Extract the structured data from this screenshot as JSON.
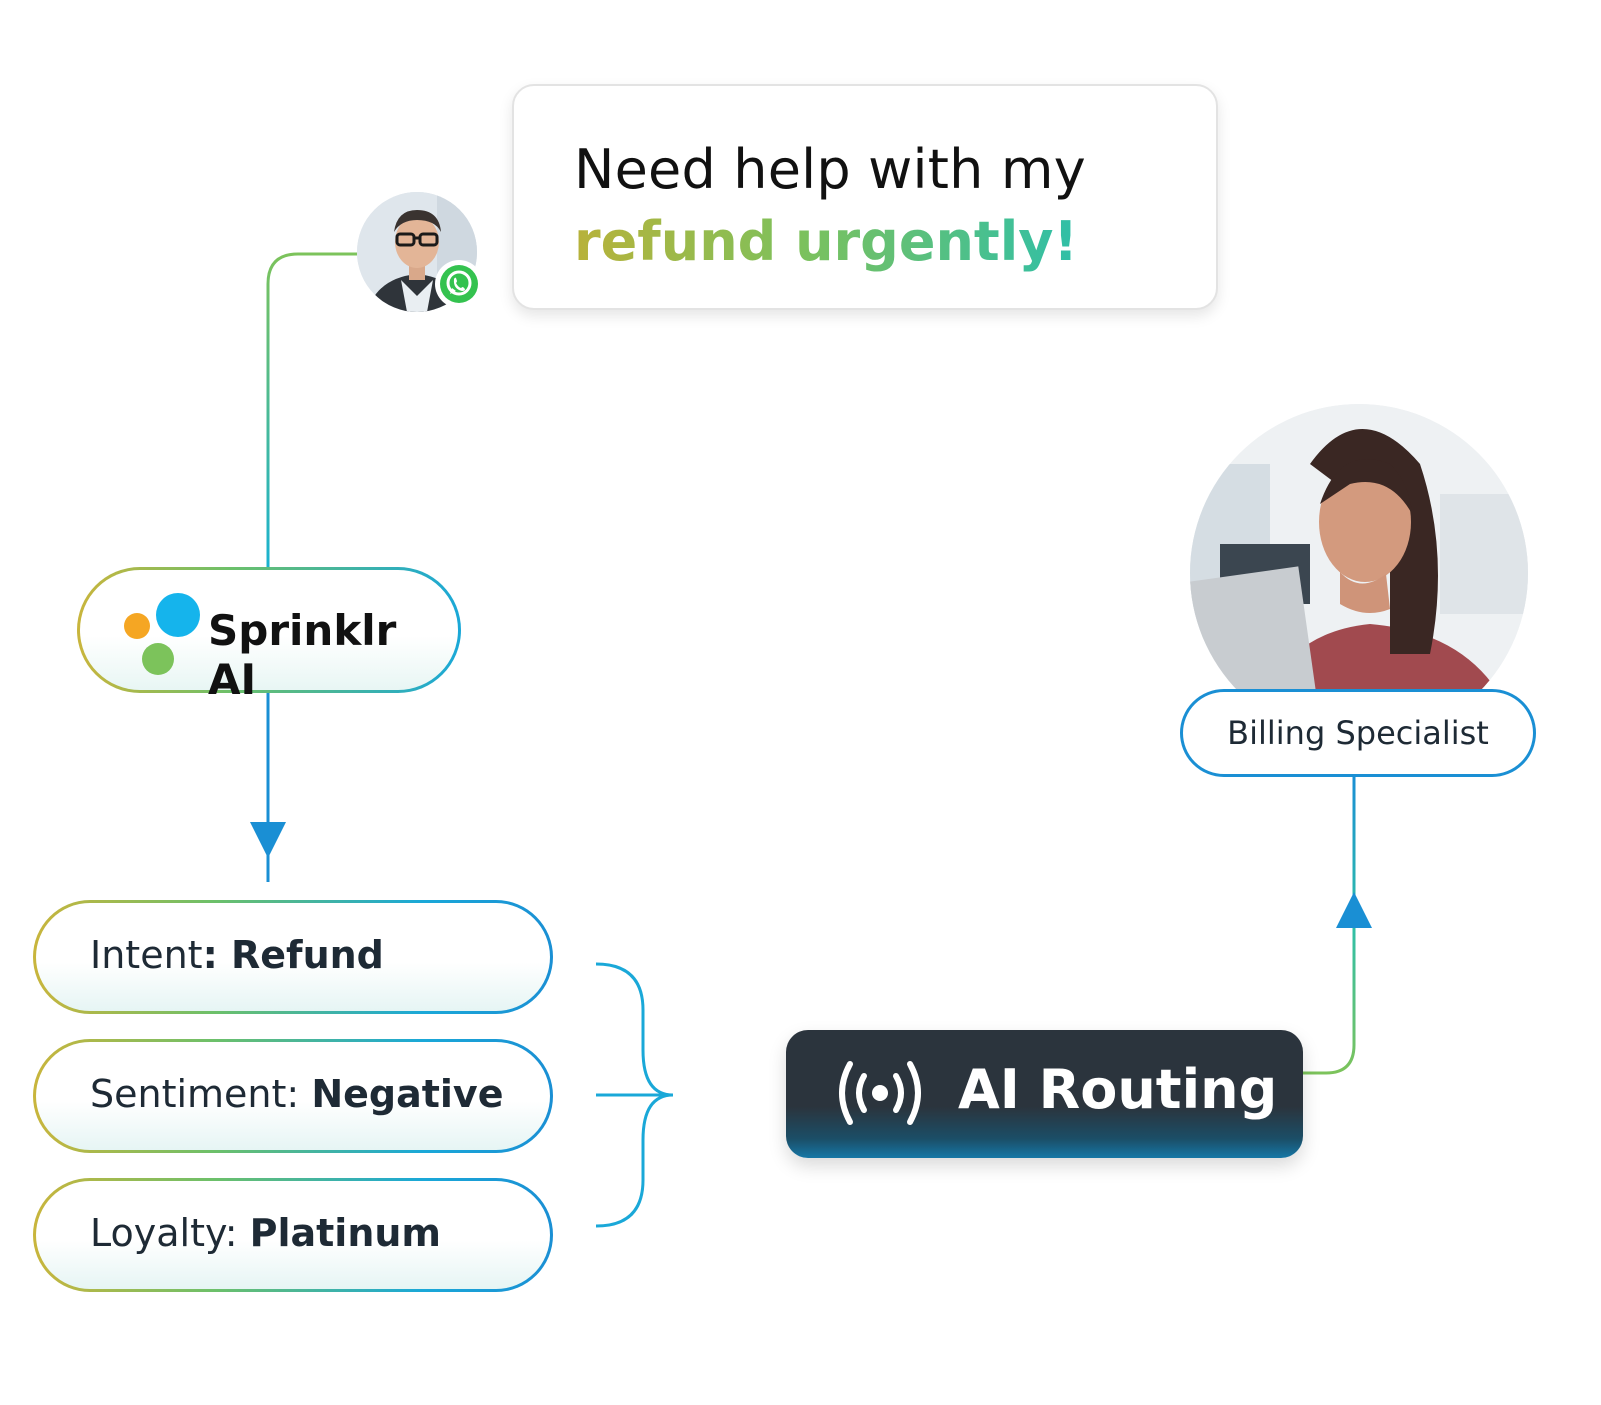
{
  "chat": {
    "line1": "Need help with my",
    "line2": "refund urgently!"
  },
  "customer": {
    "avatar_icon": "customer-photo",
    "channel_icon": "whatsapp-icon"
  },
  "sprinklr": {
    "label": "Sprinklr AI",
    "logo_colors": [
      "#f5a623",
      "#15b4ec",
      "#7cc35b"
    ]
  },
  "attributes": [
    {
      "key": "Intent",
      "value": "Refund",
      "sep": ": "
    },
    {
      "key": "Sentiment",
      "value": "Negative",
      "sep": ": "
    },
    {
      "key": "Loyalty",
      "value": "Platinum",
      "sep": ": "
    }
  ],
  "routing": {
    "label": "AI Routing",
    "icon": "broadcast-icon"
  },
  "agent": {
    "role": "Billing Specialist",
    "avatar_icon": "agent-photo"
  },
  "colors": {
    "accent_blue": "#1a8fd4",
    "accent_green": "#6cc06a",
    "dark_box": "#2b343d"
  }
}
